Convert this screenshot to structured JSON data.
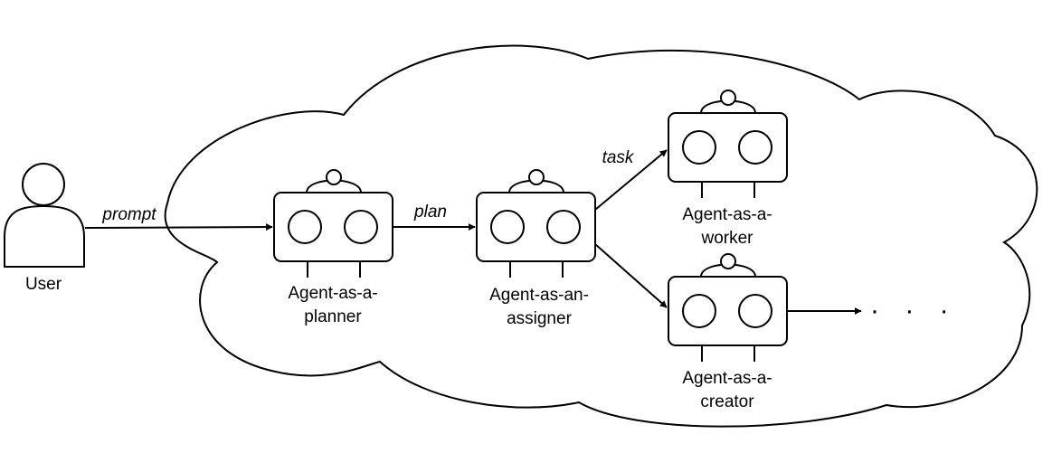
{
  "user": {
    "label": "User"
  },
  "agents": {
    "planner": {
      "line1": "Agent-as-a-",
      "line2": "planner"
    },
    "assigner": {
      "line1": "Agent-as-an-",
      "line2": "assigner"
    },
    "worker": {
      "line1": "Agent-as-a-",
      "line2": "worker"
    },
    "creator": {
      "line1": "Agent-as-a-",
      "line2": "creator"
    }
  },
  "edges": {
    "prompt": "prompt",
    "plan": "plan",
    "task": "task"
  },
  "continuation": "· · ·",
  "colors": {
    "stroke": "#000000",
    "fill": "#ffffff"
  }
}
